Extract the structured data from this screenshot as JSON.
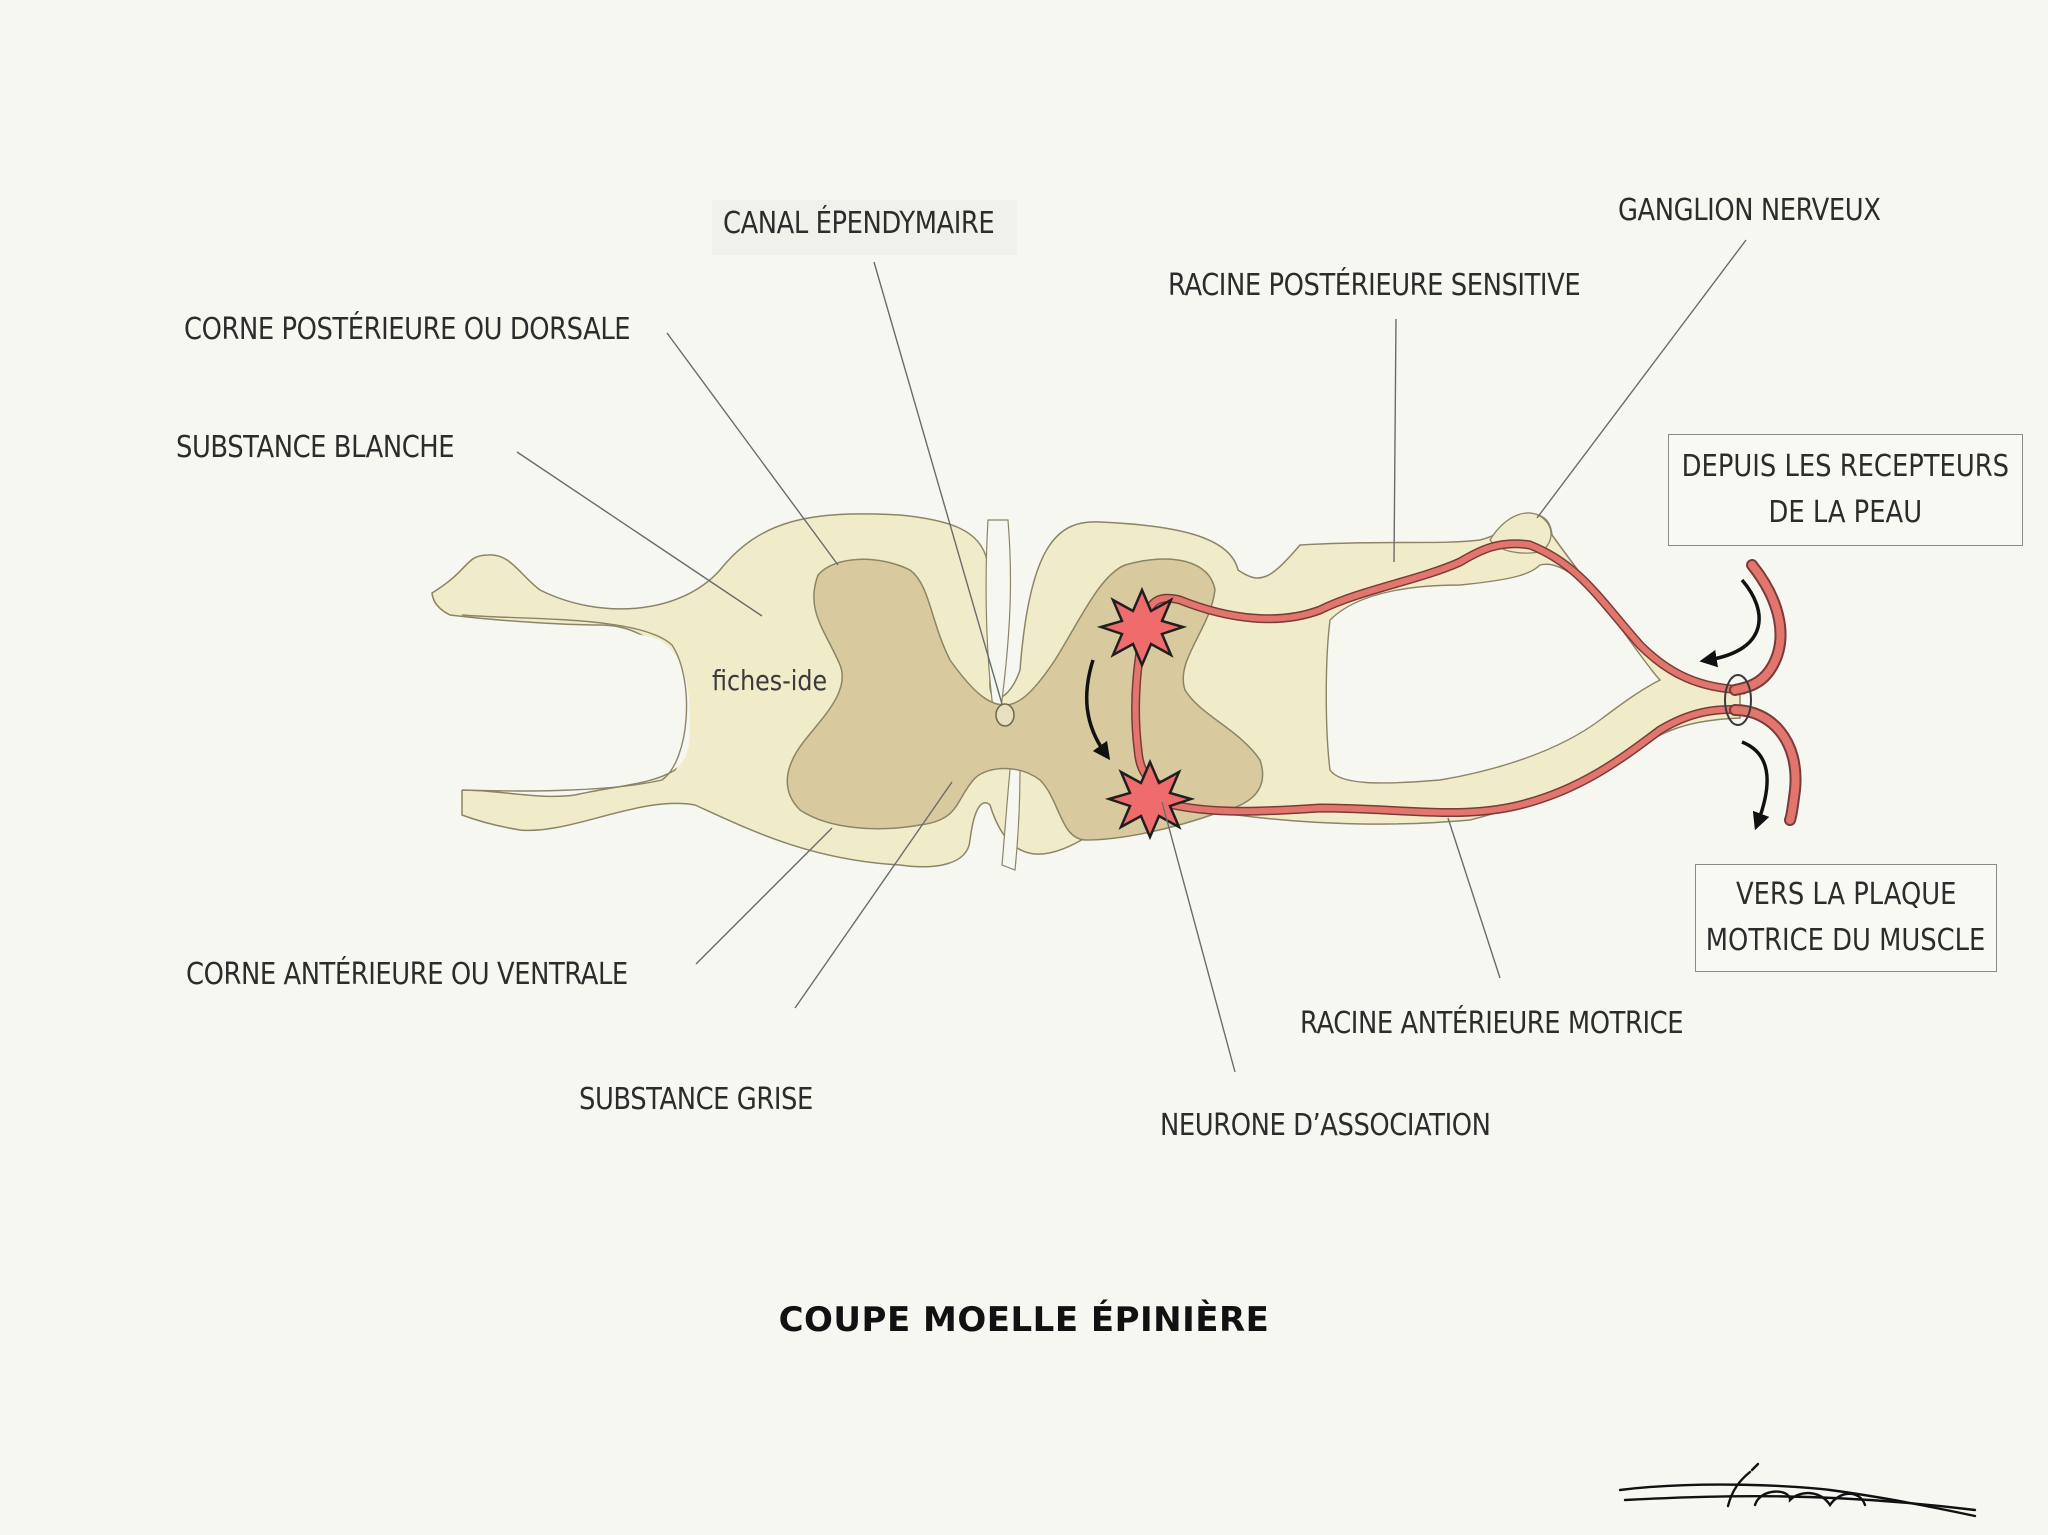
{
  "labels": {
    "canal": "CANAL ÉPENDYMAIRE",
    "corne_posterieure": "CORNE POSTÉRIEURE OU DORSALE",
    "substance_blanche": "SUBSTANCE BLANCHE",
    "corne_anterieure": "CORNE ANTÉRIEURE OU VENTRALE",
    "substance_grise": "SUBSTANCE GRISE",
    "ganglion": "GANGLION NERVEUX",
    "racine_posterieure": "RACINE POSTÉRIEURE SENSITIVE",
    "racine_anterieure": "RACINE ANTÉRIEURE MOTRICE",
    "neurone_association": "NEURONE D’ASSOCIATION"
  },
  "boxes": {
    "depuis": [
      "DEPUIS LES RECEPTEURS",
      "DE LA PEAU"
    ],
    "vers": [
      "VERS LA PLAQUE",
      "MOTRICE DU MUSCLE"
    ]
  },
  "watermark": "fiches-ide",
  "title": "COUPE MOELLE ÉPINIÈRE",
  "signature": "Léana",
  "colors": {
    "background": "#f7f7f2",
    "white_matter": "#f0ecca",
    "grey_matter": "#d8ca9e",
    "nerve": "#e2766e",
    "synapse": "#f06b6b"
  }
}
